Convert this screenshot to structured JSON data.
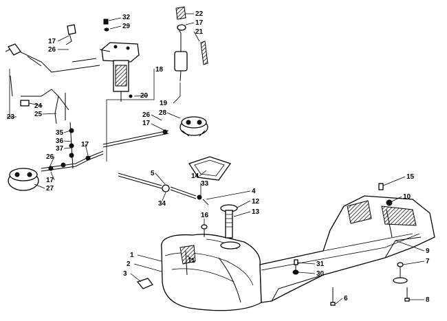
{
  "callouts": {
    "c32": "32",
    "c29": "29",
    "c22": "22",
    "c17a": "17",
    "c21": "21",
    "c17b": "17",
    "c26a": "26",
    "c18": "18",
    "c20": "20",
    "c19": "19",
    "c23": "23",
    "c24": "24",
    "c25": "25",
    "c28": "28",
    "c26b": "26",
    "c17c": "17",
    "c35": "35",
    "c36": "36",
    "c37": "37",
    "c26c": "26",
    "c17d": "17",
    "c17e": "17",
    "c27": "27",
    "c14": "14",
    "c5": "5",
    "c34": "34",
    "c33": "33",
    "c4": "4",
    "c12": "12",
    "c13": "13",
    "c16": "16",
    "c15": "15",
    "c10": "10",
    "c9": "9",
    "c1": "1",
    "c2": "2",
    "c3": "3",
    "c11": "11",
    "c31": "31",
    "c30": "30",
    "c7": "7",
    "c6": "6",
    "c8": "8"
  }
}
